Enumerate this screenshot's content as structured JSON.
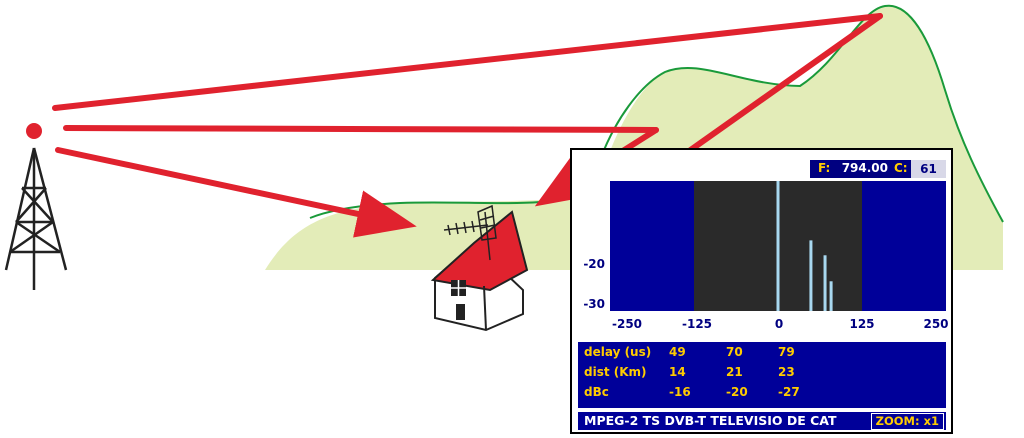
{
  "colors": {
    "path_arrows": "#e0222e",
    "hill_fill": "#e3ecb8",
    "hill_outline": "#1a9a3a",
    "tower": "#222222",
    "transmitter_dot": "#e0222e",
    "house_roof": "#e0222e",
    "panel_navy": "#000099",
    "impulse_window": "#2a2a2a",
    "impulse_lines": "#a8d8f0",
    "label_yellow": "#ffcc00"
  },
  "icons": {
    "tower": "transmitter-tower-icon",
    "house": "house-icon",
    "antenna": "antenna-icon"
  },
  "analyzer": {
    "freq_label": "F:",
    "freq_value": "794.00",
    "chan_label": "C:",
    "chan_value": "61",
    "y_ticks": [
      "-20",
      "-30"
    ],
    "x_ticks": [
      "-250",
      "-125",
      "0",
      "125",
      "250"
    ],
    "rows": [
      {
        "label": "delay (us)",
        "values": [
          "49",
          "70",
          "79"
        ]
      },
      {
        "label": "dist (Km)",
        "values": [
          "14",
          "21",
          "23"
        ]
      },
      {
        "label": "dBc",
        "values": [
          "-16",
          "-20",
          "-27"
        ]
      }
    ],
    "footer_text": "MPEG-2 TS DVB-T TELEVISIO DE CAT",
    "zoom_label": "ZOOM: x1"
  },
  "chart_data": {
    "type": "bar",
    "x": [
      0,
      49,
      70,
      79
    ],
    "values": [
      0,
      -16,
      -20,
      -27
    ],
    "xlim": [
      -250,
      250
    ],
    "ylim": [
      -35,
      0
    ],
    "window": [
      -125,
      125
    ],
    "x_ticks": [
      -250,
      -125,
      0,
      125,
      250
    ],
    "y_ticks": [
      -20,
      -30
    ]
  }
}
